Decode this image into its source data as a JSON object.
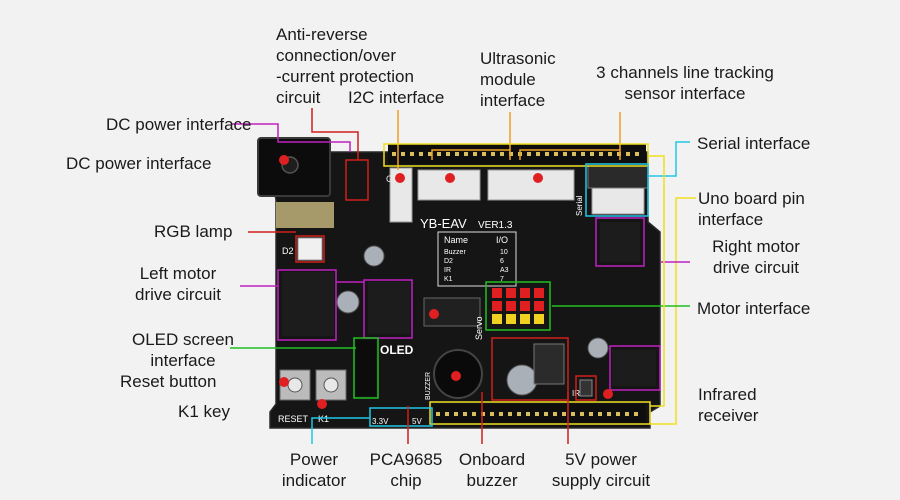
{
  "board": {
    "name": "YB-EAV",
    "version": "VER1.3",
    "table_header_left": "Name",
    "table_header_right": "I/O",
    "table_rows": [
      {
        "name": "Buzzer",
        "io": "10"
      },
      {
        "name": "D2",
        "io": "6"
      },
      {
        "name": "IR",
        "io": "A3"
      },
      {
        "name": "K1",
        "io": "7"
      }
    ],
    "silk": {
      "gnd": "GND",
      "oled": "OLED",
      "servo": "Servo",
      "reset": "RESET",
      "k1": "K1",
      "v33": "3.3V",
      "v5": "5V",
      "d2": "D2",
      "serial": "Serial",
      "buzzer": "BUZZER",
      "ir": "IR"
    }
  },
  "labels": {
    "anti_reverse": [
      "Anti-reverse",
      "connection/over",
      "-current protection",
      "circuit"
    ],
    "i2c": "I2C interface",
    "ultrasonic": [
      "Ultrasonic",
      "module",
      "interface"
    ],
    "line_tracking": [
      "3 channels line tracking",
      "sensor interface"
    ],
    "dc_power_1": "DC power interface",
    "dc_power_2": "DC power interface",
    "serial": "Serial interface",
    "uno_pin": [
      "Uno board pin",
      "interface"
    ],
    "rgb_lamp": "RGB lamp",
    "right_motor": [
      "Right motor",
      "drive circuit"
    ],
    "left_motor": [
      "Left motor",
      "drive circuit"
    ],
    "motor_interface": "Motor interface",
    "oled_interface": [
      "OLED screen",
      "interface"
    ],
    "reset_button": "Reset button",
    "infrared": [
      "Infrared",
      "receiver"
    ],
    "k1_key": "K1 key",
    "power_indicator": [
      "Power",
      "indicator"
    ],
    "pca9685": [
      "PCA9685",
      "chip"
    ],
    "onboard_buzzer": [
      "Onboard",
      "buzzer"
    ],
    "power_supply": [
      "5V power",
      "supply circuit"
    ]
  },
  "colors": {
    "board": "#141414",
    "callout_red": "#d0201a",
    "callout_magenta": "#c020c0",
    "callout_green": "#20c020",
    "callout_cyan": "#20c8e8",
    "callout_yellow": "#f0e020",
    "callout_orange": "#f0a020"
  }
}
